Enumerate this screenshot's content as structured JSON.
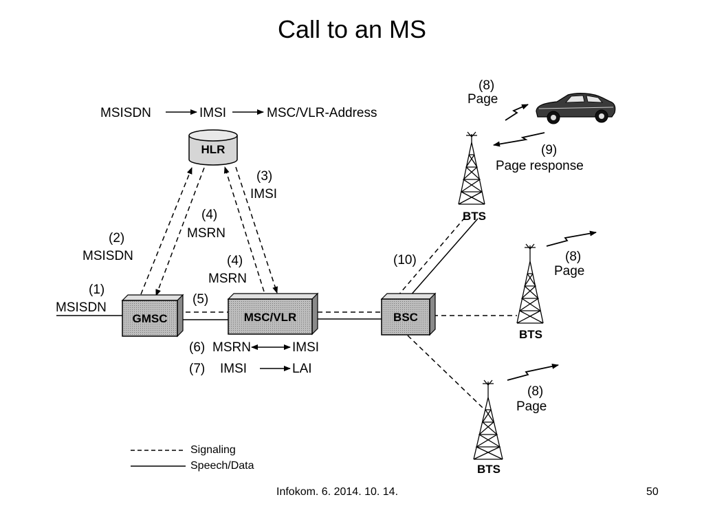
{
  "title": "Call to an MS",
  "footer": {
    "center": "Infokom. 6. 2014. 10. 14.",
    "page": "50"
  },
  "top_chain": {
    "a": "MSISDN",
    "b": "IMSI",
    "c": "MSC/VLR-Address"
  },
  "nodes": {
    "hlr": "HLR",
    "gmsc": "GMSC",
    "msc": "MSC/VLR",
    "bsc": "BSC",
    "bts": "BTS"
  },
  "steps": {
    "s1_num": "(1)",
    "s1_txt": "MSISDN",
    "s2_num": "(2)",
    "s2_txt": "MSISDN",
    "s3_num": "(3)",
    "s3_txt": "IMSI",
    "s4_num": "(4)",
    "s4_txt": "MSRN",
    "s5_num": "(5)",
    "s6_num": "(6)",
    "s6_a": "MSRN",
    "s6_b": "IMSI",
    "s7_num": "(7)",
    "s7_a": "IMSI",
    "s7_b": "LAI",
    "s8_num": "(8)",
    "s8_txt": "Page",
    "s9_num": "(9)",
    "s9_txt": "Page response",
    "s10_num": "(10)"
  },
  "legend": {
    "signaling": "Signaling",
    "speech": "Speech/Data"
  }
}
